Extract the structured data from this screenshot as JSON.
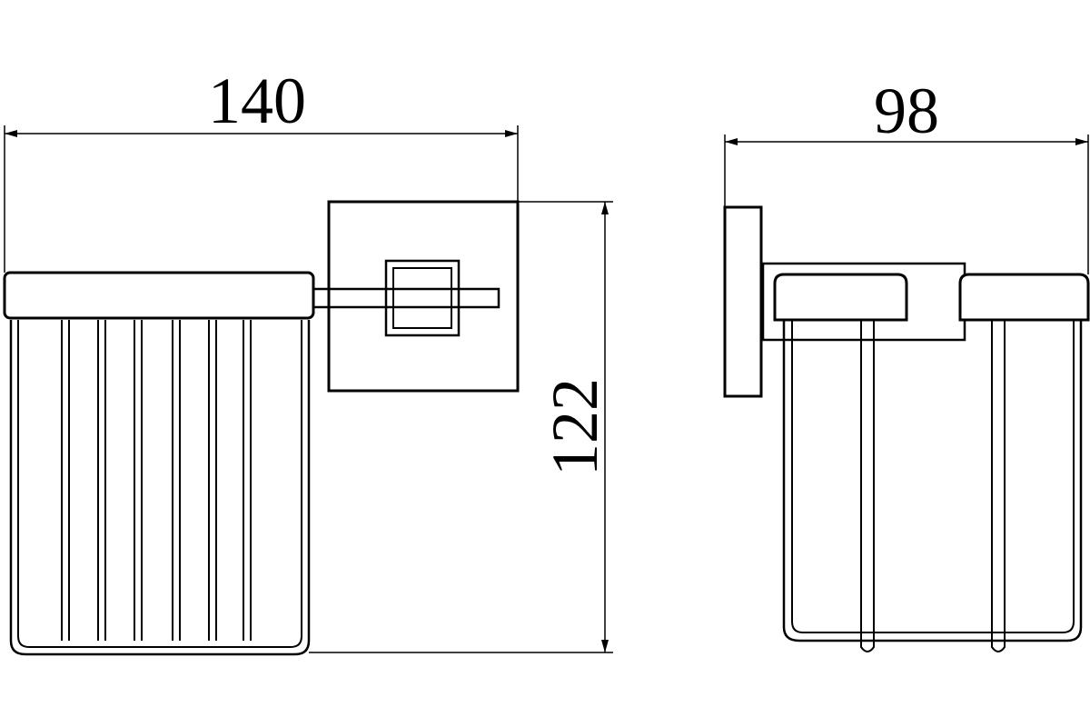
{
  "dimensions": {
    "width_front": "140",
    "height": "122",
    "width_side": "98"
  },
  "colors": {
    "line": "#000000",
    "background": "#ffffff"
  }
}
